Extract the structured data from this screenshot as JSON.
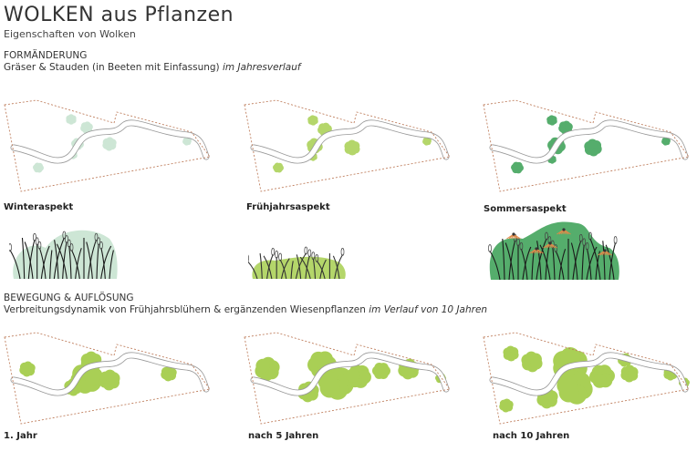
{
  "title": "WOLKEN aus Pflanzen",
  "subtitle": "Eigenschaften von Wolken",
  "section1": {
    "heading": "FORMÄNDERUNG",
    "description": "Gräser & Stauden (in Beeten mit Einfassung)",
    "description_italic": "im Jahresverlauf",
    "panels": [
      {
        "label": "Winteraspekt",
        "color": "#cde6d5"
      },
      {
        "label": "Frühjahrsaspekt",
        "color": "#b4d66a"
      },
      {
        "label": "Sommersaspekt",
        "color": "#55ad6c"
      }
    ]
  },
  "section2": {
    "heading": "BEWEGUNG & AUFLÖSUNG",
    "description": "Verbreitungsdynamik von Frühjahrsblühern & ergänzenden Wiesenpflanzen",
    "description_italic": "im Verlauf von 10 Jahren",
    "panels": [
      {
        "label": "1. Jahr",
        "color": "#a9cf55"
      },
      {
        "label": "nach 5 Jahren",
        "color": "#a9cf55"
      },
      {
        "label": "nach 10 Jahren",
        "color": "#a9cf55"
      }
    ]
  },
  "colors": {
    "outline": "#c08060",
    "path": "#999999",
    "grass": "#1a1a1a",
    "flower": "#e08a4a"
  }
}
